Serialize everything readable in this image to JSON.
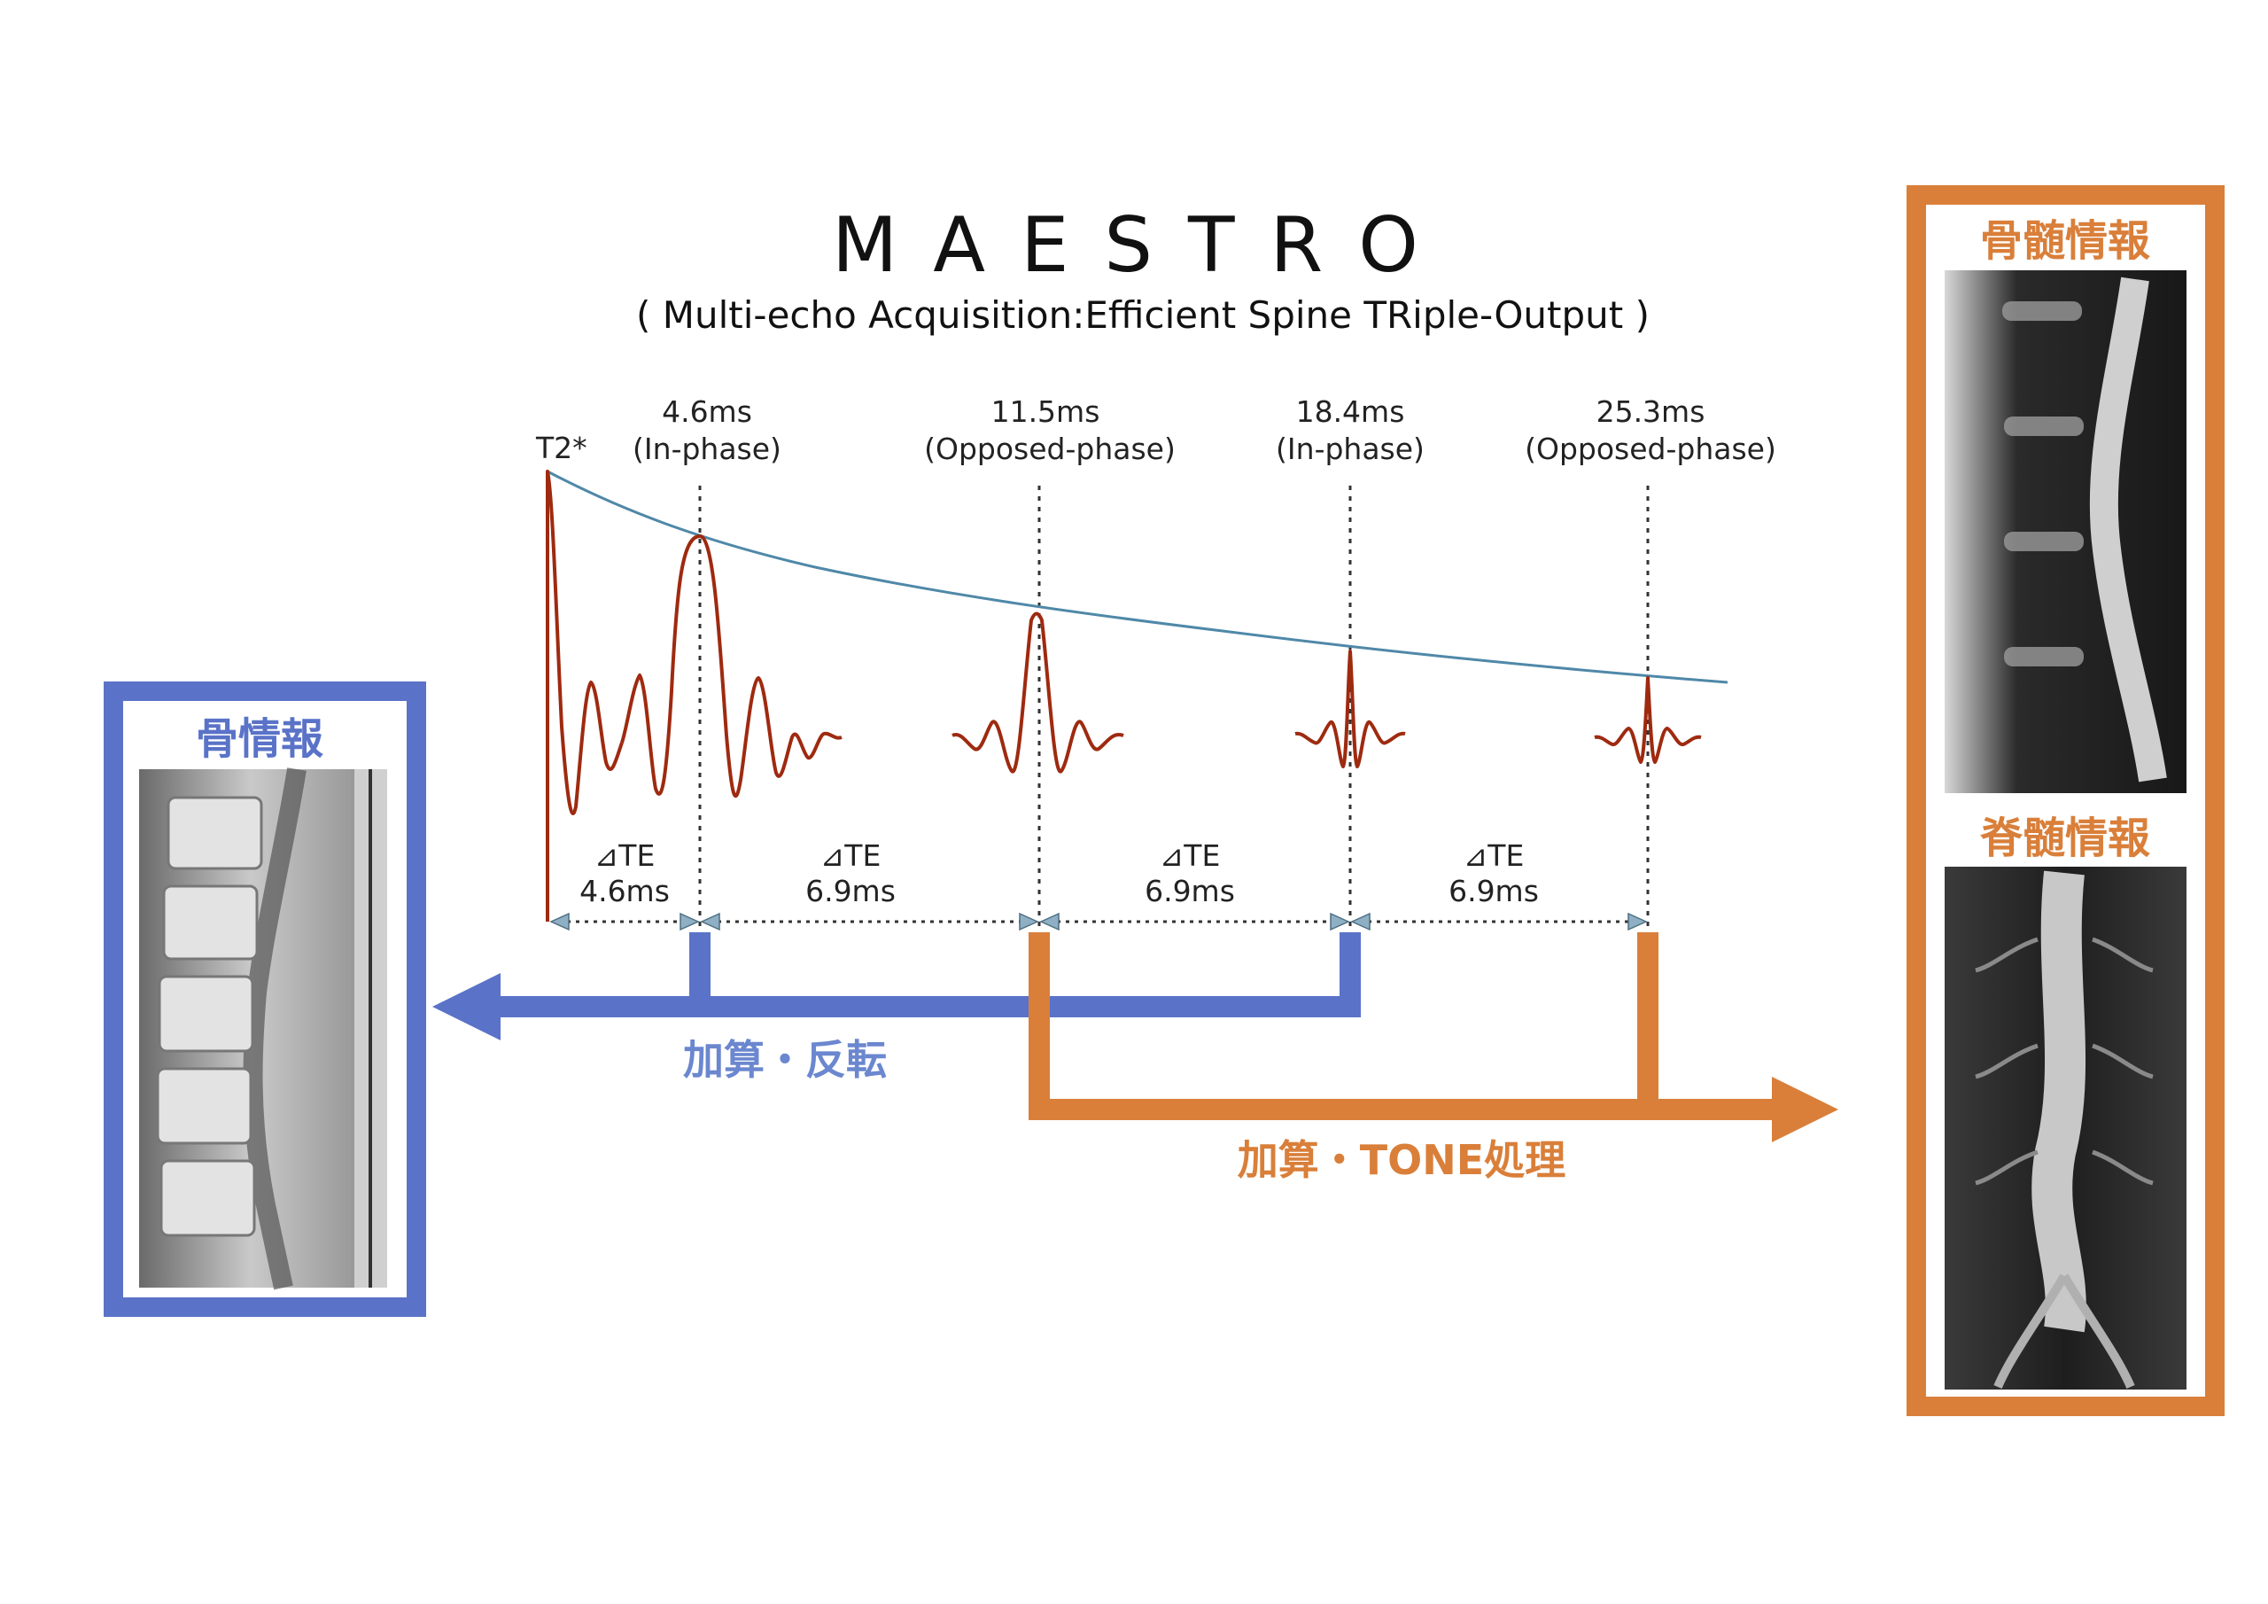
{
  "title": "MAESTRO",
  "subtitle": "( Multi-echo Acquisition:Efficient Spine TRiple-Output )",
  "t2_label": "T2*",
  "echoes": [
    {
      "time": "4.6ms",
      "phase": "(In-phase)"
    },
    {
      "time": "11.5ms",
      "phase": "(Opposed-phase)"
    },
    {
      "time": "18.4ms",
      "phase": "(In-phase)"
    },
    {
      "time": "25.3ms",
      "phase": "(Opposed-phase)"
    }
  ],
  "intervals": [
    {
      "label": "⊿TE",
      "value": "4.6ms"
    },
    {
      "label": "⊿TE",
      "value": "6.9ms"
    },
    {
      "label": "⊿TE",
      "value": "6.9ms"
    },
    {
      "label": "⊿TE",
      "value": "6.9ms"
    }
  ],
  "blue_process": "加算・反転",
  "orange_process": "加算・TONE処理",
  "bone_panel": {
    "title": "骨情報"
  },
  "marrow_panel": {
    "title": "骨髄情報"
  },
  "spinal_cord_panel": {
    "title": "脊髄情報"
  },
  "colors": {
    "blue": "#5a73c8",
    "orange": "#d97f3a",
    "wave": "#9e2a10",
    "decay": "#4f88a8"
  }
}
